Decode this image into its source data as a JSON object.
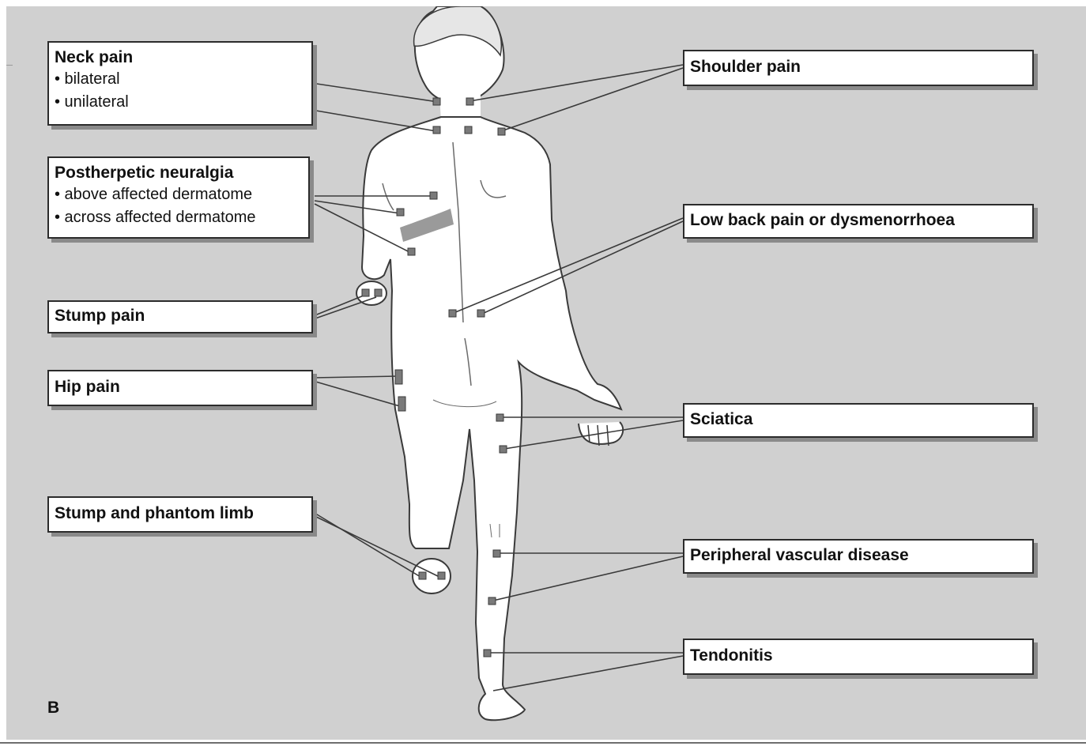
{
  "panel_letter": "B",
  "labels": {
    "neck_pain": {
      "title": "Neck pain",
      "items": [
        "• bilateral",
        "• unilateral"
      ]
    },
    "postherpetic": {
      "title": "Postherpetic neuralgia",
      "items": [
        "• above affected dermatome",
        "• across affected dermatome"
      ]
    },
    "stump_pain": {
      "title": "Stump pain"
    },
    "hip_pain": {
      "title": "Hip pain"
    },
    "stump_phantom": {
      "title": "Stump and phantom limb"
    },
    "shoulder_pain": {
      "title": "Shoulder pain"
    },
    "low_back": {
      "title": "Low back pain or dysmenorrhoea"
    },
    "sciatica": {
      "title": "Sciatica"
    },
    "pvd": {
      "title": "Peripheral vascular disease"
    },
    "tendonitis": {
      "title": "Tendonitis"
    }
  },
  "colors": {
    "background": "#d0d0d0",
    "body_fill": "#ffffff",
    "outline": "#3a3a3a",
    "marker": "#7a7a7a",
    "dermatome_band": "#9a9a9a"
  }
}
